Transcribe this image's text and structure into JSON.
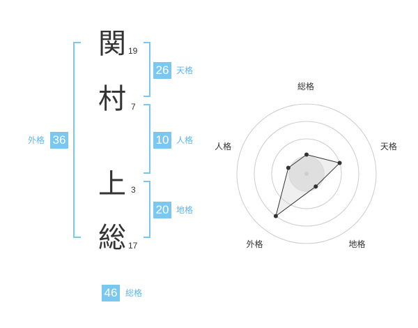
{
  "name": {
    "characters": [
      {
        "char": "関",
        "strokes": "19"
      },
      {
        "char": "村",
        "strokes": "7"
      },
      {
        "char": "上",
        "strokes": "3"
      },
      {
        "char": "総",
        "strokes": "17"
      }
    ]
  },
  "kakusu": {
    "tenkaku": {
      "value": "26",
      "label": "天格"
    },
    "jinkaku": {
      "value": "10",
      "label": "人格"
    },
    "chikaku": {
      "value": "20",
      "label": "地格"
    },
    "gaikaku": {
      "value": "36",
      "label": "外格"
    },
    "soukaku": {
      "value": "46",
      "label": "総格"
    }
  },
  "chart_data": {
    "type": "radar",
    "axes": [
      "総格",
      "天格",
      "地格",
      "外格",
      "人格"
    ],
    "rmax": 4,
    "rings": 4,
    "values": [
      1.1,
      2.0,
      0.9,
      3.0,
      1.1
    ],
    "colors": {
      "ring": "#cccccc",
      "fill": "#e6e6e6",
      "line": "#333333",
      "point": "#333333",
      "center": "#cccccc"
    }
  }
}
